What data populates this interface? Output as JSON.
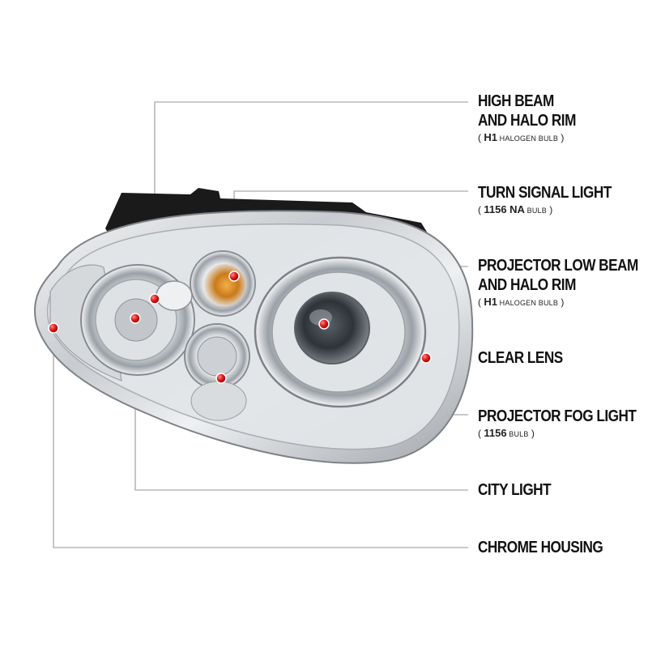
{
  "callouts": [
    {
      "id": "high-beam",
      "line1": "HIGH BEAM",
      "line2": "AND HALO RIM",
      "note_open": "( ",
      "note_bold": "H1",
      "note_small": " HALOGEN BULB",
      "note_close": " )"
    },
    {
      "id": "turn-signal",
      "line1": "TURN SIGNAL LIGHT",
      "line2": "",
      "note_open": "( ",
      "note_bold": "1156 NA",
      "note_small": " BULB",
      "note_close": " )"
    },
    {
      "id": "projector-low",
      "line1": "PROJECTOR LOW BEAM",
      "line2": "AND HALO RIM",
      "note_open": "( ",
      "note_bold": "H1",
      "note_small": " HALOGEN BULB",
      "note_close": " )"
    },
    {
      "id": "clear-lens",
      "line1": "CLEAR LENS",
      "line2": "",
      "note_open": "",
      "note_bold": "",
      "note_small": "",
      "note_close": ""
    },
    {
      "id": "projector-fog",
      "line1": "PROJECTOR FOG LIGHT",
      "line2": "",
      "note_open": "( ",
      "note_bold": "1156",
      "note_small": " BULB",
      "note_close": " )"
    },
    {
      "id": "city-light",
      "line1": "CITY LIGHT",
      "line2": "",
      "note_open": "",
      "note_bold": "",
      "note_small": "",
      "note_close": ""
    },
    {
      "id": "chrome-housing",
      "line1": "CHROME HOUSING",
      "line2": "",
      "note_open": "",
      "note_bold": "",
      "note_small": "",
      "note_close": ""
    }
  ],
  "colors": {
    "marker": "#e01818",
    "leader_line": "#b8b8b8",
    "text": "#111111",
    "chrome": "#c9ccd0",
    "amber": "#d8891c"
  }
}
